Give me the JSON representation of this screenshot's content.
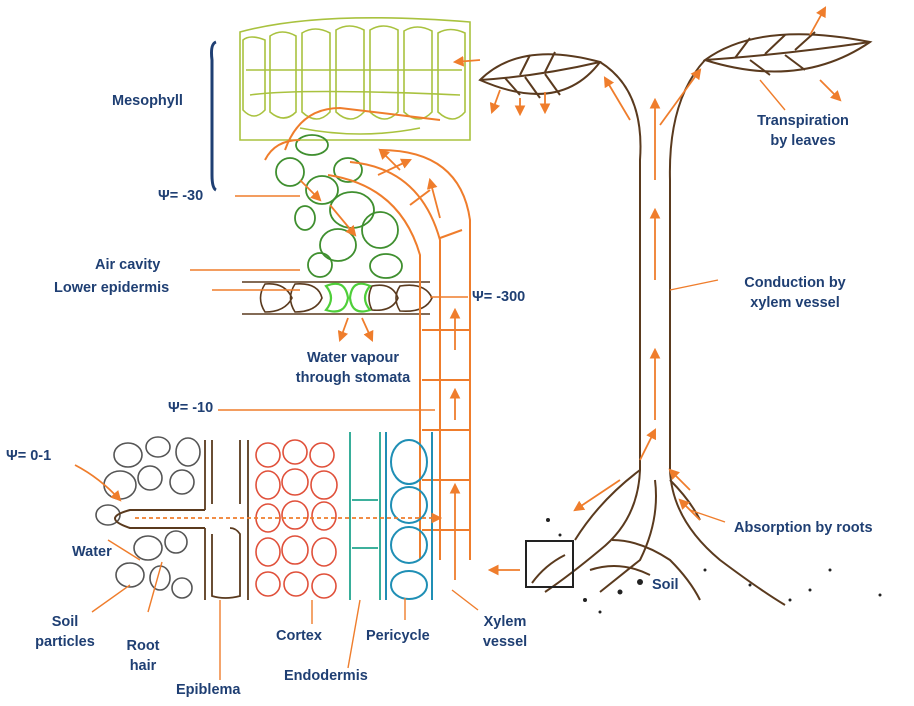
{
  "colors": {
    "label_text": "#1f3f73",
    "arrow_orange": "#ef7d2c",
    "outline_brown": "#5a3a1e",
    "mesophyll_yellow_green": "#a9c23f",
    "spongy_green": "#3f8f2f",
    "stomata_green": "#4fcf3a",
    "root_hair_gray": "#555555",
    "cortex_red": "#e0503a",
    "pericycle_blue": "#1f8fb5",
    "endodermis_teal": "#22a58f",
    "mesophyll_bracket_blue": "#1f3f73"
  },
  "labels": {
    "mesophyll": "Mesophyll",
    "psi_minus_30": "Ψ= -30",
    "air_cavity": "Air cavity",
    "lower_epidermis": "Lower epidermis",
    "psi_minus_300": "Ψ= -300",
    "water_vapour_line1": "Water vapour",
    "water_vapour_line2": "through stomata",
    "psi_minus_10": "Ψ= -10",
    "psi_0_1": "Ψ= 0-1",
    "water": "Water",
    "soil_particles_line1": "Soil",
    "soil_particles_line2": "particles",
    "root_hair_line1": "Root",
    "root_hair_line2": "hair",
    "epiblema": "Epiblema",
    "cortex": "Cortex",
    "endodermis": "Endodermis",
    "pericycle": "Pericycle",
    "xylem_vessel_line1": "Xylem",
    "xylem_vessel_line2": "vessel",
    "transpiration_line1": "Transpiration",
    "transpiration_line2": "by leaves",
    "conduction_line1": "Conduction by",
    "conduction_line2": "xylem vessel",
    "absorption": "Absorption by roots",
    "soil": "Soil"
  }
}
